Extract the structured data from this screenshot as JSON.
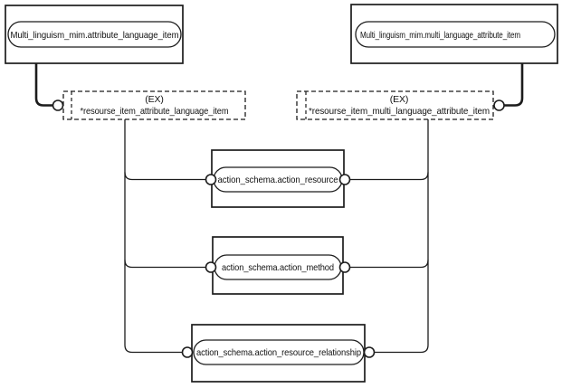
{
  "colors": {
    "line": "#1c1c1c",
    "background": "#ffffff",
    "node_fill": "#ffffff",
    "text": "#111111"
  },
  "diagram": {
    "type": "express-g-schema-diagram",
    "top_left_entity": {
      "label": "Multi_linguism_mim.attribute_language_item"
    },
    "top_right_entity": {
      "label": "Multi_linguism_mim.multi_language_attribute_item"
    },
    "left_reference": {
      "tag": "(EX)",
      "label": "*resourse_item_attribute_language_item"
    },
    "right_reference": {
      "tag": "(EX)",
      "label": "*resourse_item_multi_language_attribute_item"
    },
    "middle_entities": [
      {
        "label": "action_schema.action_resource"
      },
      {
        "label": "action_schema.action_method"
      },
      {
        "label": "action_schema.action_resource_relationship"
      }
    ]
  }
}
